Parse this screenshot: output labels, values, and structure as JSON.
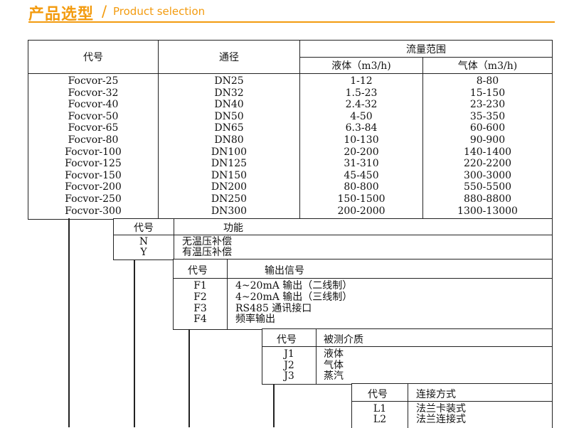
{
  "header": {
    "title": "产品选型",
    "slash": "/",
    "subtitle": "Product selection",
    "accent_color": "#f39b0f"
  },
  "main_table": {
    "headers": {
      "code": "代号",
      "diameter": "通径",
      "flow_range": "流量范围",
      "liquid": "液体（m3/h)",
      "gas": "气体（m3/h)"
    },
    "codes": [
      "Focvor-25",
      "Focvor-32",
      "Focvor-40",
      "Focvor-50",
      "Focvor-65",
      "Focvor-80",
      "Focvor-100",
      "Focvor-125",
      "Focvor-150",
      "Focvor-200",
      "Focvor-250",
      "Focvor-300"
    ],
    "diameters": [
      "DN25",
      "DN32",
      "DN40",
      "DN50",
      "DN65",
      "DN80",
      "DN100",
      "DN125",
      "DN150",
      "DN200",
      "DN250",
      "DN300"
    ],
    "liquid": [
      "1-12",
      "1.5-23",
      "2.4-32",
      "4-50",
      "6.3-84",
      "10-130",
      "20-200",
      "31-310",
      "45-450",
      "80-800",
      "150-1500",
      "200-2000"
    ],
    "gas": [
      "8-80",
      "15-150",
      "23-230",
      "35-350",
      "60-600",
      "90-900",
      "140-1400",
      "220-2200",
      "300-3000",
      "550-5500",
      "880-8800",
      "1300-13000"
    ]
  },
  "function_table": {
    "header_code": "代号",
    "header_name": "功能",
    "codes": [
      "N",
      "Y"
    ],
    "items": [
      "无温压补偿",
      "有温压补偿"
    ]
  },
  "output_table": {
    "header_code": "代号",
    "header_name": "输出信号",
    "codes": [
      "F1",
      "F2",
      "F3",
      "F4"
    ],
    "items": [
      "4~20mA 输出（二线制）",
      "4~20mA 输出（三线制）",
      "RS485 通讯接口",
      "频率输出"
    ]
  },
  "medium_table": {
    "header_code": "代号",
    "header_name": "被测介质",
    "codes": [
      "J1",
      "J2",
      "J3"
    ],
    "items": [
      "液体",
      "气体",
      "蒸汽"
    ]
  },
  "connection_table": {
    "header_code": "代号",
    "header_name": "连接方式",
    "codes": [
      "L1",
      "L2"
    ],
    "items": [
      "法兰卡装式",
      "法兰连接式"
    ]
  }
}
